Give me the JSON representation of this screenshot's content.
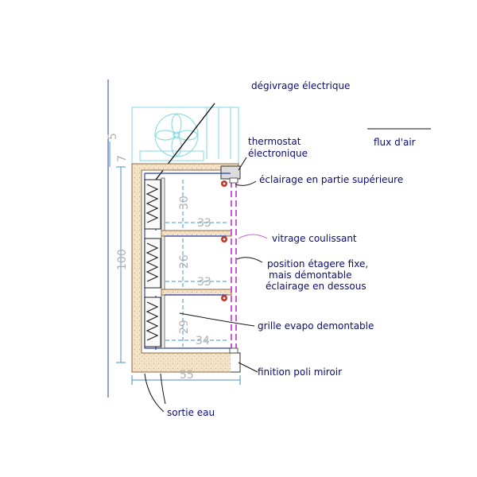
{
  "labels": {
    "degivrage": "dégivrage électrique",
    "thermostat_line1": "thermostat",
    "thermostat_line2": "électronique",
    "flux": "flux d'air",
    "eclairage_sup": "éclairage en partie supérieure",
    "vitrage": "vitrage coulissant",
    "position_line1": "position étagere fixe,",
    "position_line2": "mais démontable",
    "position_line3": "éclairage en dessous",
    "grille": "grille evapo demontable",
    "finition": "finition poli miroir",
    "sortie": "sortie eau"
  },
  "dimensions": {
    "d30": "30",
    "d33a": "33",
    "d26": "26",
    "d33b": "33",
    "d29": "29",
    "d34": "34",
    "d55": "55",
    "d100": "100",
    "d7": "7",
    "d5": "5"
  },
  "colors": {
    "label": "#0a0a78",
    "insulation": "#f4e2c6",
    "evaporator_air": "#2a3fb6",
    "glass": "#c85ad8",
    "lamp": "#c0392b",
    "dimension": "#4a90c8",
    "fan": "#7fd9e6"
  }
}
